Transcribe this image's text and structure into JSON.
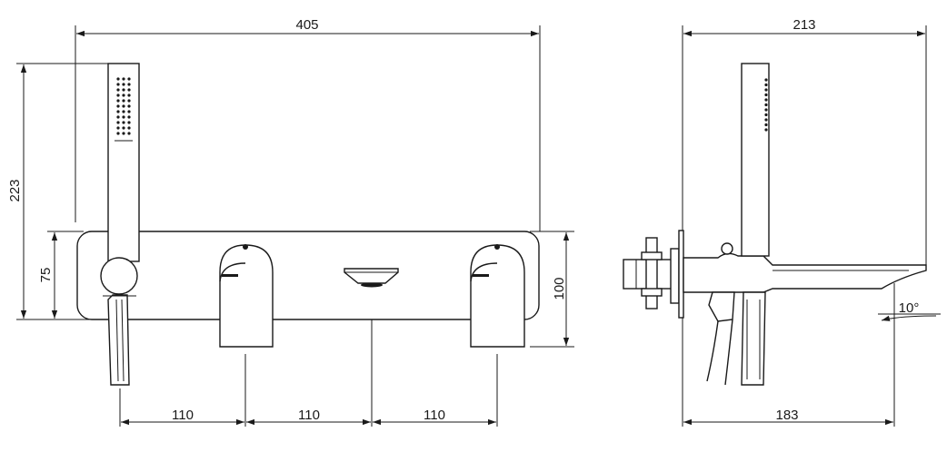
{
  "front_view": {
    "overall_width": "405",
    "overall_height": "223",
    "plate_height": "75",
    "body_height": "100",
    "spacing_left": "110",
    "spacing_middle": "110",
    "spacing_right": "110"
  },
  "side_view": {
    "overall_depth": "213",
    "spout_projection": "183",
    "spout_angle": "10°"
  },
  "colors": {
    "line": "#1a1a1a",
    "background": "#ffffff"
  }
}
